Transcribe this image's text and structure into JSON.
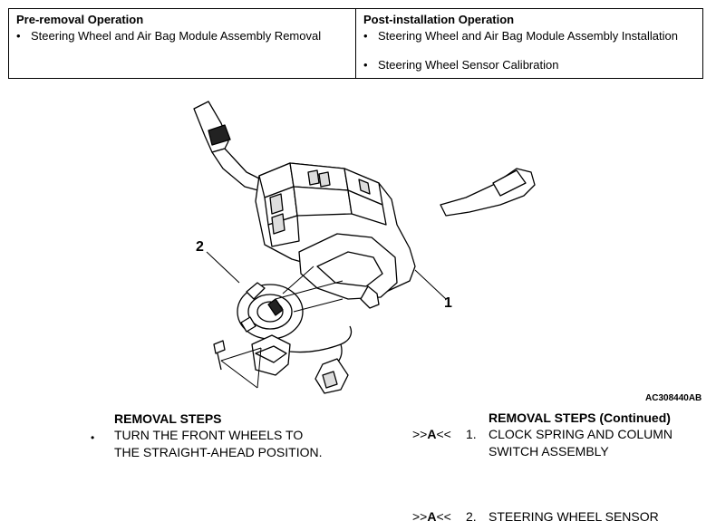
{
  "operations": {
    "pre_removal": {
      "title": "Pre-removal Operation",
      "items": [
        "Steering Wheel and Air Bag Module Assembly Removal"
      ]
    },
    "post_installation": {
      "title": "Post-installation Operation",
      "items": [
        "Steering Wheel and Air Bag Module Assembly Installation",
        "Steering Wheel Sensor Calibration"
      ]
    }
  },
  "figure": {
    "callouts": [
      "1",
      "2"
    ],
    "code": "AC308440AB"
  },
  "removal_steps": {
    "heading": "REMOVAL STEPS",
    "bullet_line1": "TURN THE FRONT WHEELS TO",
    "bullet_line2": "THE STRAIGHT-AHEAD POSITION."
  },
  "removal_steps_continued": {
    "heading": "REMOVAL STEPS (Continued)",
    "steps": [
      {
        "ref_prefix": ">>",
        "ref_letter": "A",
        "ref_suffix": "<<",
        "number": "1.",
        "line1": "CLOCK SPRING AND COLUMN",
        "line2": "SWITCH ASSEMBLY"
      },
      {
        "ref_prefix": ">>",
        "ref_letter": "A",
        "ref_suffix": "<<",
        "number": "2.",
        "line1": "STEERING WHEEL SENSOR"
      }
    ]
  }
}
